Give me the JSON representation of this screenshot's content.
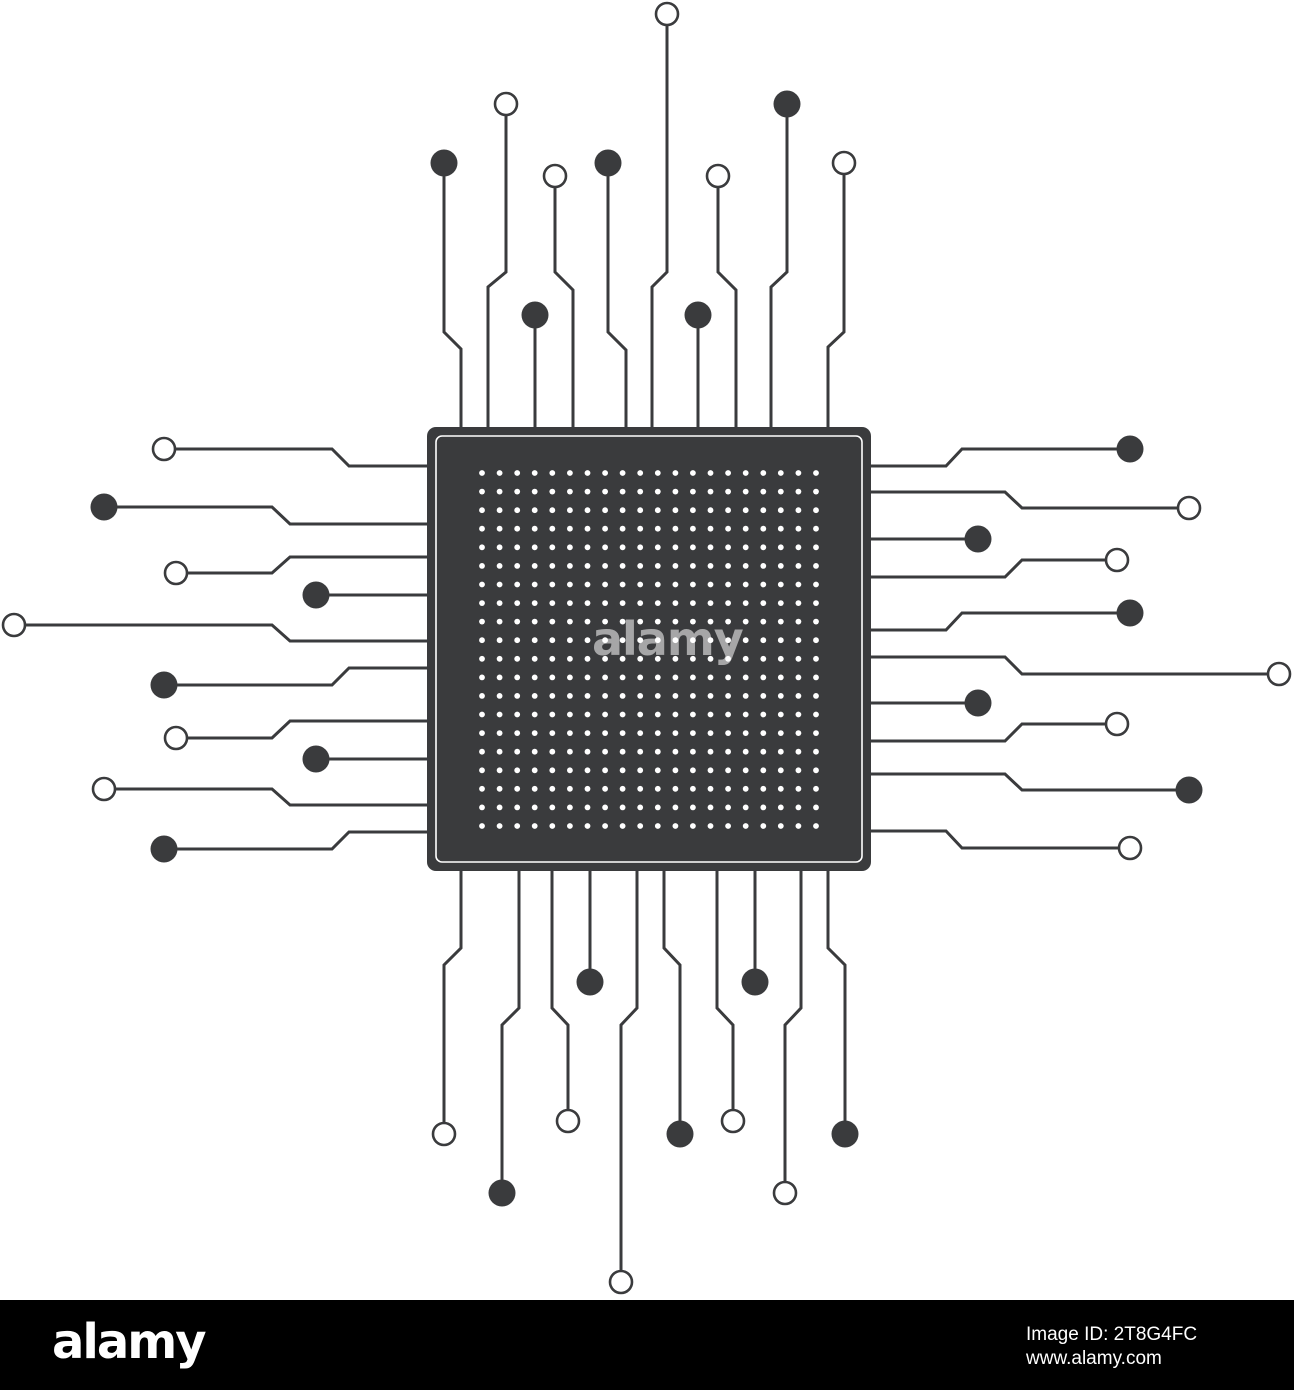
{
  "colors": {
    "ink": "#3a3b3d",
    "background": "#ffffff",
    "chip_dots": "#ffffff",
    "footer_bg": "#000000",
    "footer_text": "#ffffff"
  },
  "icons": {
    "chip": "microchip-icon",
    "pin_filled": "filled-circle-terminal",
    "pin_hollow": "hollow-circle-terminal"
  },
  "watermark": {
    "text": "alamy"
  },
  "footer": {
    "logo": "alamy",
    "image_id": "Image ID: 2T8G4FC",
    "site": "www.alamy.com"
  }
}
